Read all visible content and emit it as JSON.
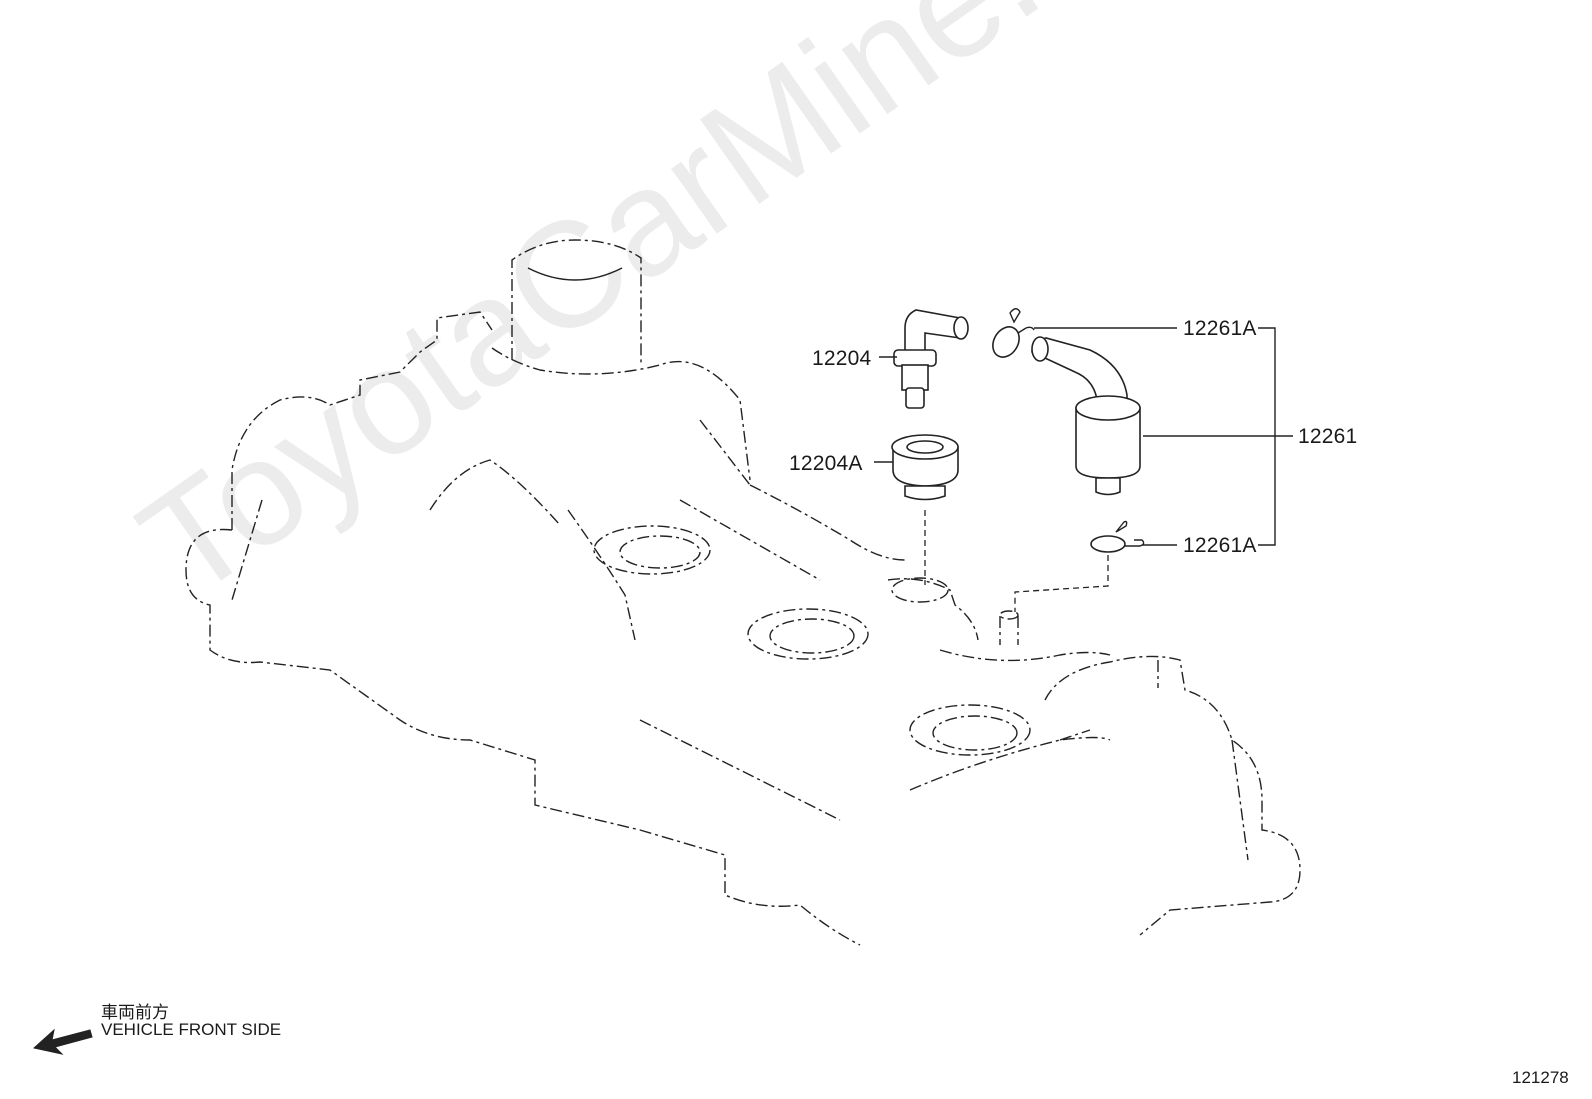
{
  "callouts": {
    "pcv_valve": "12204",
    "pcv_grommet": "12204A",
    "hose": "12261",
    "clip_top": "12261A",
    "clip_bottom": "12261A"
  },
  "direction": {
    "label_jp": "車両前方",
    "label_en": "VEHICLE FRONT SIDE"
  },
  "figure_number": "121278",
  "watermark": "ToyotaCarMine.ru",
  "colors": {
    "line": "#222222",
    "background": "#ffffff"
  }
}
